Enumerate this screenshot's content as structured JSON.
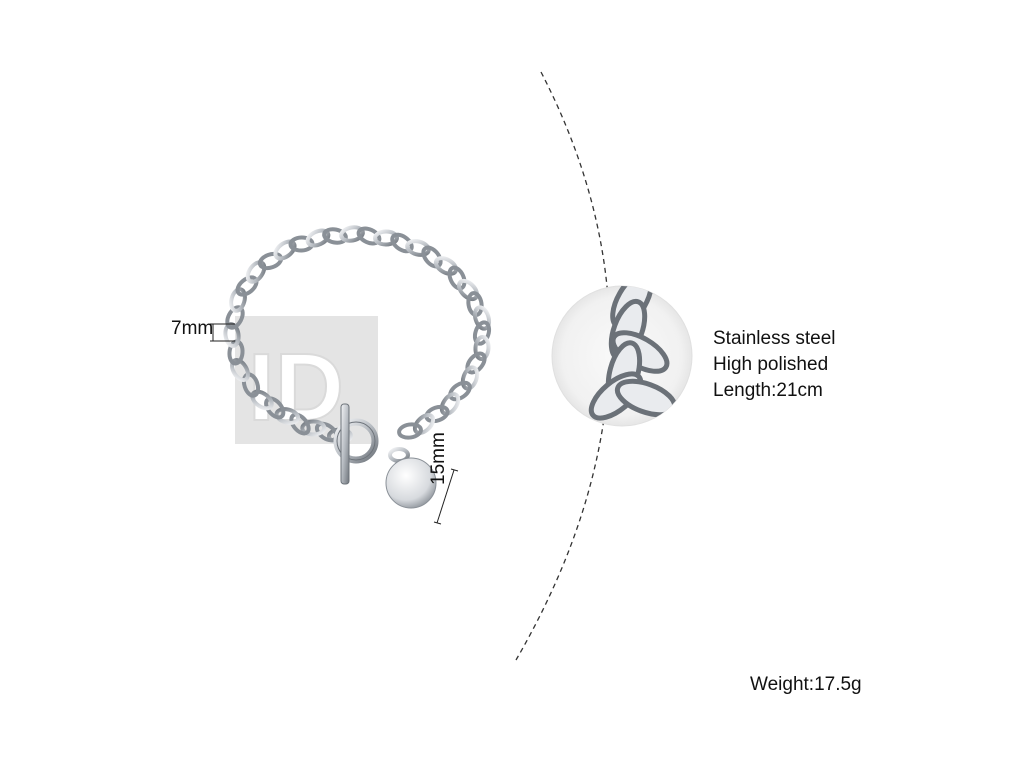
{
  "dimensions": {
    "chain_width": "7mm",
    "pendant_diameter": "15mm"
  },
  "specs": {
    "material": "Stainless steel",
    "finish": "High polished",
    "length": "Length:21cm"
  },
  "weight": "Weight:17.5g",
  "watermark": "ID",
  "colors": {
    "metal": "#c9cdd2",
    "metal_dark": "#7d838a",
    "watermark": "#d6d6d6",
    "text": "#111111"
  }
}
